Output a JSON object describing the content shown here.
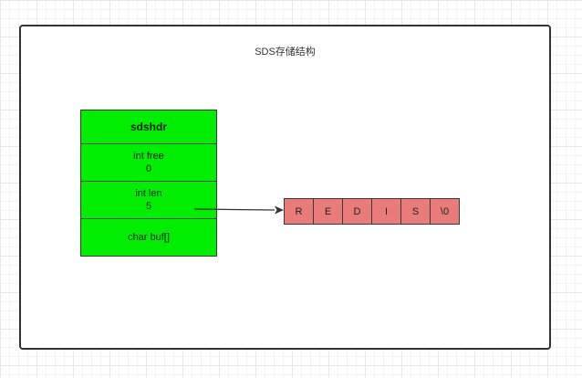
{
  "diagram": {
    "title": "SDS存储结构",
    "struct": {
      "header": "sdshdr",
      "free_label": "int free",
      "free_value": "0",
      "len_label": "int len",
      "len_value": "5",
      "buf_label": "char buf[]"
    },
    "buffer": [
      "R",
      "E",
      "D",
      "I",
      "S",
      "\\0"
    ],
    "colors": {
      "struct_fill": "#00ee00",
      "buffer_fill": "#ea7b7b",
      "stroke": "#333333"
    }
  }
}
